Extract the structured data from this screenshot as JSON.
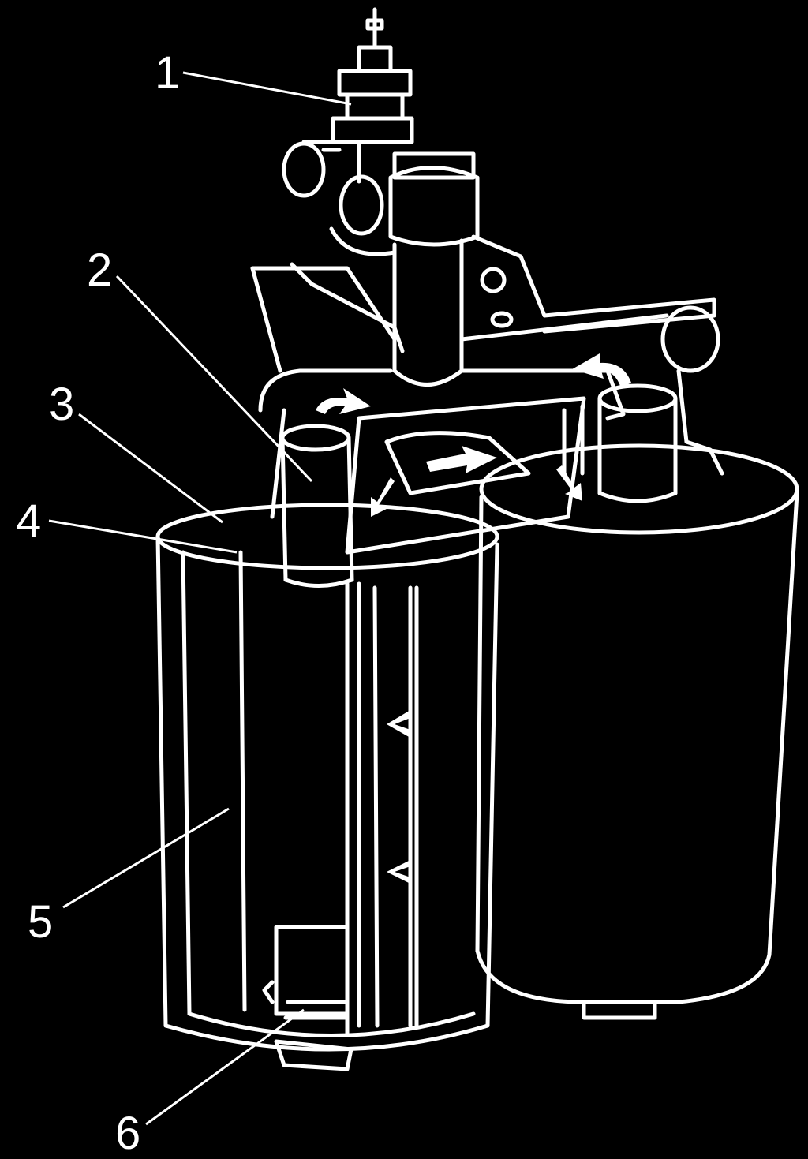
{
  "callouts": [
    {
      "id": "1",
      "label": "1"
    },
    {
      "id": "2",
      "label": "2"
    },
    {
      "id": "3",
      "label": "3"
    },
    {
      "id": "4",
      "label": "4"
    },
    {
      "id": "5",
      "label": "5"
    },
    {
      "id": "6",
      "label": "6"
    }
  ],
  "colors": {
    "background": "#000000",
    "line": "#ffffff"
  }
}
